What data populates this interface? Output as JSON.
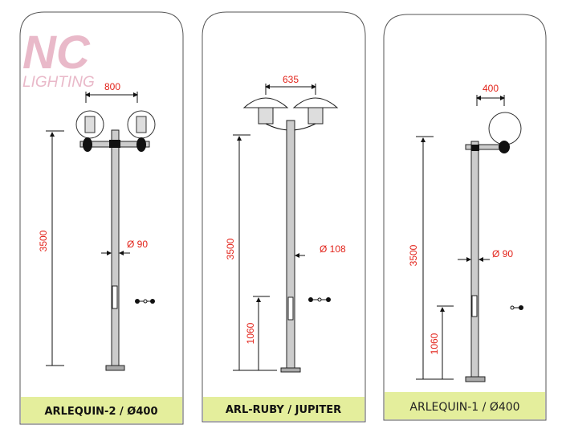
{
  "logo": {
    "brand": "NC",
    "sub": "LIGHTING",
    "color": "#e9b9c9"
  },
  "colors": {
    "dimension": "#e2231a",
    "caption_bg": "#e4ee9c",
    "panel_border": "#555555"
  },
  "panels": [
    {
      "caption": "ARLEQUIN-2 / Ø400",
      "width_dim": "800",
      "height_dim": "3500",
      "diameter": "Ø 90"
    },
    {
      "caption": "ARL-RUBY / JUPITER",
      "width_dim": "635",
      "height_dim": "3500",
      "door_dim": "1060",
      "diameter": "Ø 108"
    },
    {
      "caption": "ARLEQUIN-1  / Ø400",
      "width_dim": "400",
      "height_dim": "3500",
      "door_dim": "1060",
      "diameter": "Ø 90"
    }
  ]
}
